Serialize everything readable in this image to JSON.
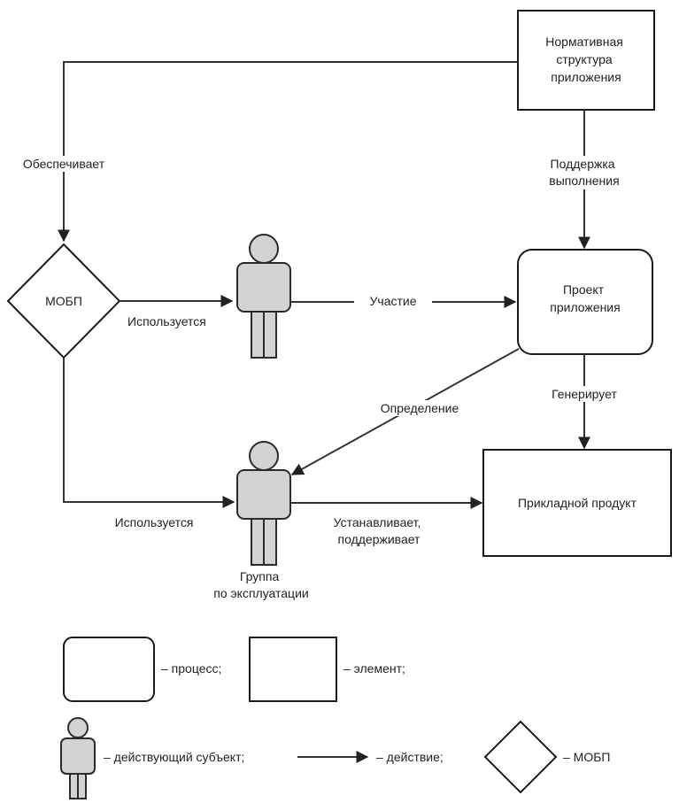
{
  "nodes": {
    "normative": {
      "lines": [
        "Нормативная",
        "структура",
        "приложения"
      ]
    },
    "mobp": {
      "label": "МОБП"
    },
    "project": {
      "lines": [
        "Проект",
        "приложения"
      ]
    },
    "product": {
      "label": "Прикладной продукт"
    },
    "ops_group": {
      "lines": [
        "Группа",
        "по эксплуатации"
      ]
    }
  },
  "edges": {
    "provides": "Обеспечивает",
    "exec_support": [
      "Поддержка",
      "выполнения"
    ],
    "used_top": "Используется",
    "participation": "Участие",
    "definition": "Определение",
    "generates": "Генерирует",
    "used_bottom": "Используется",
    "installs": [
      "Устанавливает,",
      "поддерживает"
    ]
  },
  "legend": {
    "process": "– процесс;",
    "element": "– элемент;",
    "actor": "– действующий субъект;",
    "action": "– действие;",
    "mobp": "– МОБП"
  },
  "colors": {
    "normative_fill": "#a6d7a0",
    "mobp_fill": "#f2f08a",
    "actor_fill": "#d3d3d3"
  }
}
